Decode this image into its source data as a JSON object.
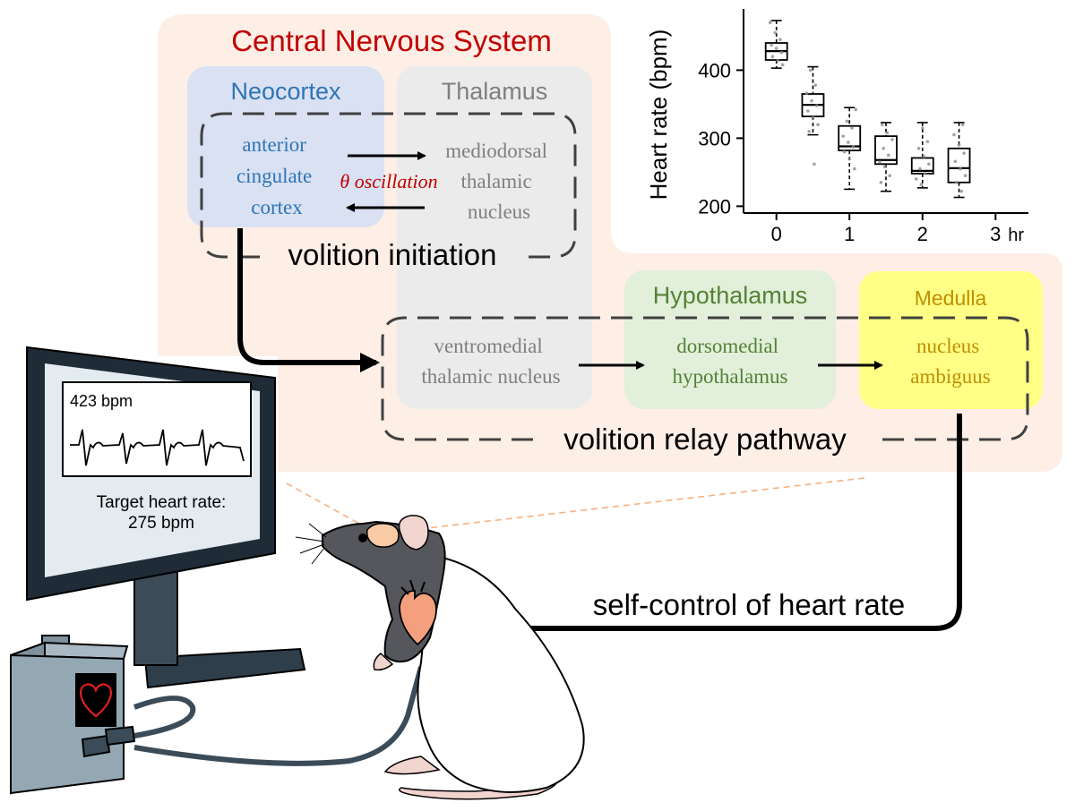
{
  "colors": {
    "cns_background": "#fdeee6",
    "cns_title": "#c00000",
    "neocortex_fill": "#d9e1f2",
    "neocortex_text": "#2e75b6",
    "thalamus_fill": "#ebebeb",
    "thalamus_text": "#7f7f7f",
    "hypothalamus_fill": "#e2efda",
    "hypothalamus_text": "#548235",
    "medulla_fill": "#ffff85",
    "medulla_text": "#bf8f00",
    "oscillation_text": "#c00000"
  },
  "cns": {
    "title": "Central Nervous System",
    "neocortex": {
      "label": "Neocortex",
      "region": [
        "anterior",
        "cingulate",
        "cortex"
      ]
    },
    "thalamus": {
      "label": "Thalamus",
      "region_md": [
        "mediodorsal",
        "thalamic",
        "nucleus"
      ],
      "region_vm": [
        "ventromedial",
        "thalamic nucleus"
      ]
    },
    "oscillation": "θ oscillation",
    "volition_initiation": "volition initiation",
    "hypothalamus": {
      "label": "Hypothalamus",
      "region": [
        "dorsomedial",
        "hypothalamus"
      ]
    },
    "medulla": {
      "label": "Medulla",
      "region": [
        "nucleus",
        "ambiguus"
      ]
    },
    "volition_relay": "volition relay pathway"
  },
  "monitor": {
    "bpm_display": "423 bpm",
    "target_line1": "Target heart rate:",
    "target_line2": "275 bpm"
  },
  "self_control_label": "self-control of heart rate",
  "chart_data": {
    "type": "box",
    "ylabel": "Heart rate (bpm)",
    "xlabel": "",
    "x_ticks": [
      "0",
      "1",
      "2",
      "3"
    ],
    "x_unit": "hr",
    "y_ticks": [
      200,
      300,
      400
    ],
    "ylim": [
      190,
      490
    ],
    "xlim": [
      -0.45,
      3.45
    ],
    "grid": false,
    "boxes": [
      {
        "x": 0,
        "min": 403,
        "q1": 415,
        "median": 428,
        "q3": 440,
        "max": 473
      },
      {
        "x": 0.5,
        "min": 305,
        "q1": 332,
        "median": 349,
        "q3": 365,
        "max": 405
      },
      {
        "x": 1,
        "min": 225,
        "q1": 282,
        "median": 288,
        "q3": 318,
        "max": 345
      },
      {
        "x": 1.5,
        "min": 222,
        "q1": 262,
        "median": 268,
        "q3": 303,
        "max": 323
      },
      {
        "x": 2,
        "min": 227,
        "q1": 248,
        "median": 252,
        "q3": 271,
        "max": 323
      },
      {
        "x": 2.5,
        "min": 213,
        "q1": 235,
        "median": 256,
        "q3": 285,
        "max": 323
      }
    ],
    "points": [
      [
        0,
        470
      ],
      [
        0,
        455
      ],
      [
        0,
        445
      ],
      [
        0,
        437
      ],
      [
        0,
        432
      ],
      [
        0,
        426
      ],
      [
        0,
        420
      ],
      [
        0,
        414
      ],
      [
        0,
        408
      ],
      [
        0.5,
        400
      ],
      [
        0.5,
        378
      ],
      [
        0.5,
        366
      ],
      [
        0.5,
        355
      ],
      [
        0.5,
        348
      ],
      [
        0.5,
        340
      ],
      [
        0.5,
        330
      ],
      [
        0.5,
        320
      ],
      [
        0.5,
        310
      ],
      [
        0.5,
        262
      ],
      [
        1,
        342
      ],
      [
        1,
        325
      ],
      [
        1,
        315
      ],
      [
        1,
        303
      ],
      [
        1,
        294
      ],
      [
        1,
        287
      ],
      [
        1,
        280
      ],
      [
        1,
        270
      ],
      [
        1,
        255
      ],
      [
        1.5,
        320
      ],
      [
        1.5,
        308
      ],
      [
        1.5,
        298
      ],
      [
        1.5,
        285
      ],
      [
        1.5,
        275
      ],
      [
        1.5,
        265
      ],
      [
        1.5,
        258
      ],
      [
        1.5,
        245
      ],
      [
        1.5,
        235
      ],
      [
        2,
        315
      ],
      [
        2,
        295
      ],
      [
        2,
        285
      ],
      [
        2,
        273
      ],
      [
        2,
        262
      ],
      [
        2,
        255
      ],
      [
        2,
        248
      ],
      [
        2,
        240
      ],
      [
        2,
        232
      ],
      [
        2.5,
        320
      ],
      [
        2.5,
        305
      ],
      [
        2.5,
        290
      ],
      [
        2.5,
        278
      ],
      [
        2.5,
        266
      ],
      [
        2.5,
        255
      ],
      [
        2.5,
        245
      ],
      [
        2.5,
        235
      ],
      [
        2.5,
        222
      ]
    ]
  }
}
